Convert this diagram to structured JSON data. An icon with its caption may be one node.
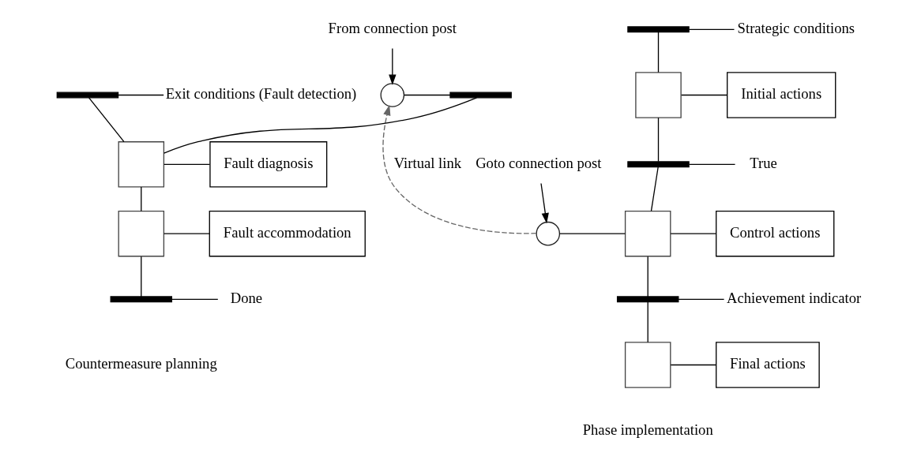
{
  "diagram": {
    "nodes": [
      {
        "text": [],
        "shape": "bar"
      },
      {
        "text": [
          "Strategic conditions"
        ]
      },
      {
        "text": [],
        "shape": "box"
      },
      {
        "text": [
          "Initial actions"
        ]
      },
      {
        "text": [],
        "shape": "bar"
      },
      {
        "text": [
          "True"
        ]
      },
      {
        "text": [],
        "shape": "circle"
      },
      {
        "text": [],
        "shape": "box"
      },
      {
        "text": [
          "Control actions"
        ]
      },
      {
        "text": [],
        "shape": "bar"
      },
      {
        "text": [
          "Achievement indicator"
        ]
      },
      {
        "text": [],
        "shape": "box"
      },
      {
        "text": [
          "Final actions"
        ]
      },
      {
        "text": [
          "Goto connection post"
        ]
      },
      {
        "text": [],
        "shape": "circle"
      },
      {
        "text": [
          "From connection post"
        ]
      },
      {
        "text": [],
        "shape": "bar"
      },
      {
        "text": [],
        "shape": "bar"
      },
      {
        "text": [
          "Exit conditions (Fault detection)"
        ]
      },
      {
        "text": [],
        "shape": "box"
      },
      {
        "text": [
          "Fault diagnosis"
        ]
      },
      {
        "text": [],
        "shape": "box"
      },
      {
        "text": [
          "Fault accommodation"
        ]
      },
      {
        "text": [],
        "shape": "bar"
      },
      {
        "text": [
          "Done"
        ]
      }
    ],
    "edges": [
      {
        "from": 0,
        "to": 1,
        "arrow": "none"
      },
      {
        "from": 0,
        "to": 2,
        "arrow": "none"
      },
      {
        "from": 2,
        "to": 3,
        "arrow": "none"
      },
      {
        "from": 2,
        "to": 4,
        "arrow": "none"
      },
      {
        "from": 4,
        "to": 5,
        "arrow": "none"
      },
      {
        "from": 4,
        "to": 7,
        "arrow": "none"
      },
      {
        "from": 6,
        "to": 7,
        "arrow": "none"
      },
      {
        "from": 7,
        "to": 8,
        "arrow": "none"
      },
      {
        "from": 7,
        "to": 9,
        "arrow": "none"
      },
      {
        "from": 9,
        "to": 10,
        "arrow": "none"
      },
      {
        "from": 9,
        "to": 11,
        "arrow": "none"
      },
      {
        "from": 11,
        "to": 12,
        "arrow": "none"
      },
      {
        "from": 13,
        "to": 6,
        "arrow": "to"
      },
      {
        "from": 6,
        "to": 14,
        "arrow": "to",
        "label": "Virtual link",
        "style": "dashed",
        "color": "#666666"
      },
      {
        "from": 15,
        "to": 14,
        "arrow": "to"
      },
      {
        "from": 14,
        "to": 16,
        "arrow": "none"
      },
      {
        "from": 17,
        "to": 18,
        "arrow": "none"
      },
      {
        "from": 16,
        "to": 19,
        "arrow": "none"
      },
      {
        "from": 17,
        "to": 19,
        "arrow": "none"
      },
      {
        "from": 19,
        "to": 20,
        "arrow": "none"
      },
      {
        "from": 19,
        "to": 21,
        "arrow": "none"
      },
      {
        "from": 21,
        "to": 22,
        "arrow": "none"
      },
      {
        "from": 21,
        "to": 23,
        "arrow": "none"
      },
      {
        "from": 23,
        "to": 24,
        "arrow": "none"
      }
    ],
    "labels": [
      "Countermeasure planning",
      "Phase implementation"
    ]
  }
}
